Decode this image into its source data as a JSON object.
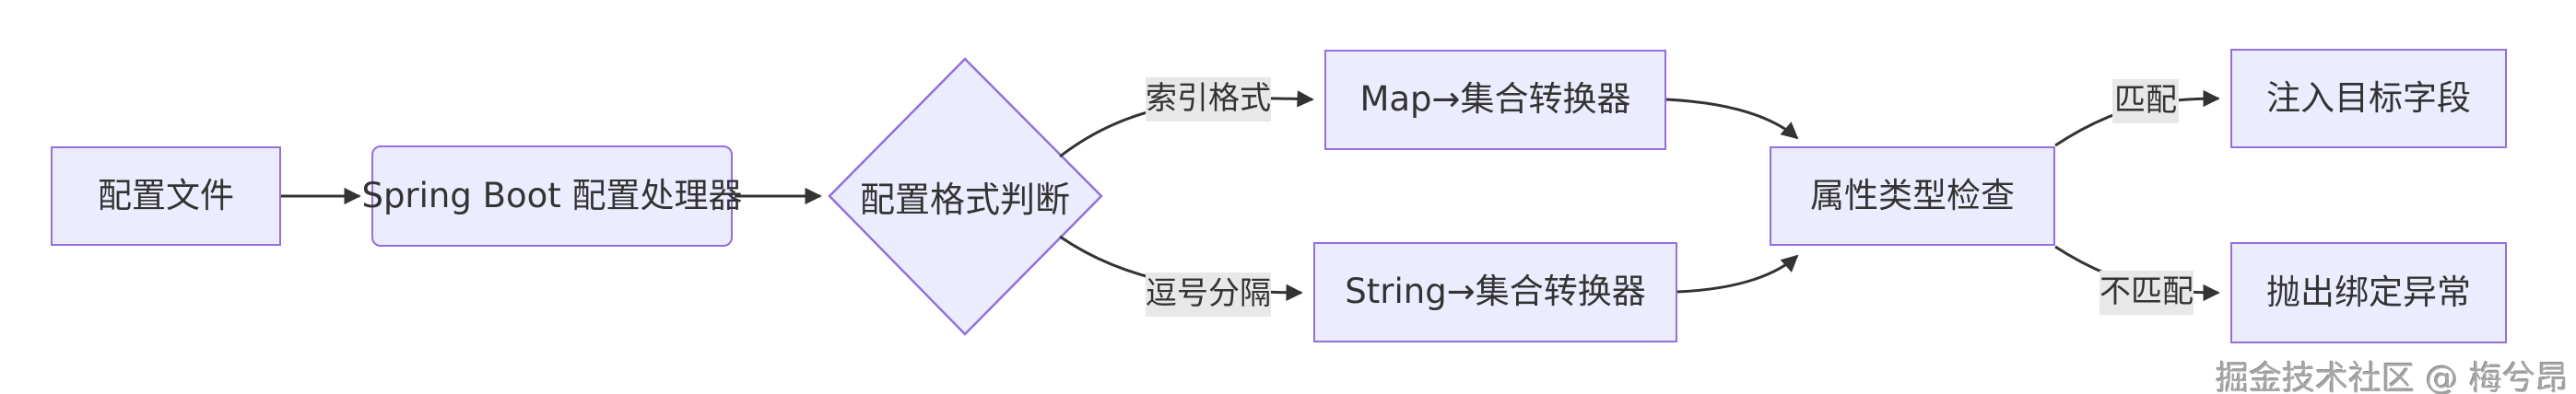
{
  "diagram": {
    "type": "flowchart",
    "direction": "left-to-right",
    "nodes": [
      {
        "id": "A",
        "shape": "rect",
        "label": "配置文件"
      },
      {
        "id": "B",
        "shape": "rounded",
        "label": "Spring Boot 配置处理器"
      },
      {
        "id": "C",
        "shape": "diamond",
        "label": "配置格式判断"
      },
      {
        "id": "D",
        "shape": "rect",
        "label": "Map→集合转换器"
      },
      {
        "id": "E",
        "shape": "rect",
        "label": "String→集合转换器"
      },
      {
        "id": "F",
        "shape": "rect",
        "label": "属性类型检查"
      },
      {
        "id": "G",
        "shape": "rect",
        "label": "注入目标字段"
      },
      {
        "id": "H",
        "shape": "rect",
        "label": "抛出绑定异常"
      }
    ],
    "edges": [
      {
        "from": "A",
        "to": "B",
        "label": ""
      },
      {
        "from": "B",
        "to": "C",
        "label": ""
      },
      {
        "from": "C",
        "to": "D",
        "label": "索引格式"
      },
      {
        "from": "C",
        "to": "E",
        "label": "逗号分隔"
      },
      {
        "from": "D",
        "to": "F",
        "label": ""
      },
      {
        "from": "E",
        "to": "F",
        "label": ""
      },
      {
        "from": "F",
        "to": "G",
        "label": "匹配"
      },
      {
        "from": "F",
        "to": "H",
        "label": "不匹配"
      }
    ],
    "colors": {
      "node_fill": "#ECECFF",
      "node_border": "#9370DB",
      "edge": "#333333",
      "label_bg": "#e8e8e8",
      "text": "#333333"
    }
  },
  "watermark": {
    "text": "掘金技术社区 @ 梅兮昂"
  }
}
